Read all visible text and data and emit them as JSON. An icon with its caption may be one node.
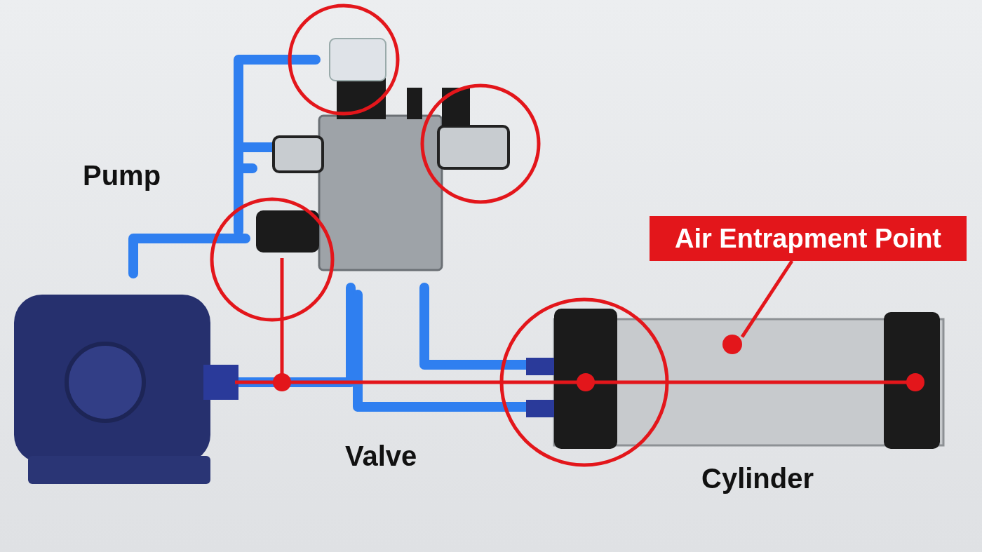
{
  "diagram": {
    "nodes": [
      {
        "text": [
          "Air Entrapment Point"
        ]
      },
      {
        "text": [],
        "shape": "circle"
      }
    ],
    "edges": [
      {
        "from": 0,
        "to": 1,
        "arrow": "none"
      }
    ],
    "labels": [
      "Pump",
      "Valve",
      "Cylinder"
    ]
  }
}
